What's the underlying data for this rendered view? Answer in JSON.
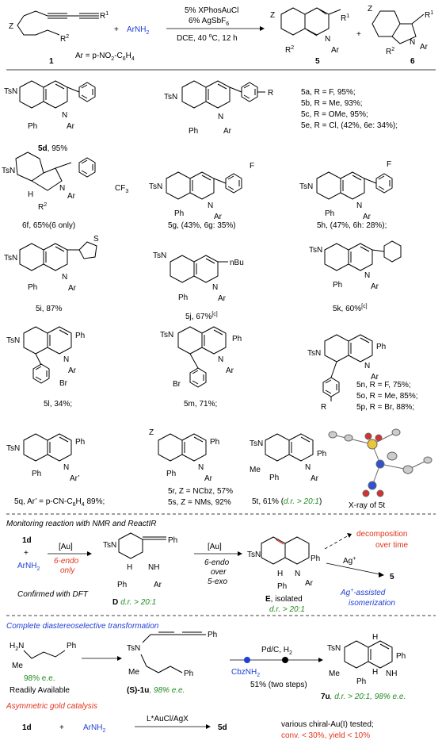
{
  "colors": {
    "blue": "#1f3fd6",
    "green": "#1f8a1f",
    "red": "#e0341c",
    "black": "#000000"
  },
  "scheme": {
    "reactant_label": "1",
    "r1": "R",
    "r1_sup": "1",
    "r2": "R",
    "r2_sup": "2",
    "z": "Z",
    "plus": "+",
    "amine": "ArNH",
    "amine_sub": "2",
    "ar_def": "Ar = p-NO",
    "ar_def_tail": "-C",
    "ar_def_sub1": "2",
    "ar_def_sub2": "6",
    "ar_def_sub3": "4",
    "ar_def_h": "H",
    "cond1": "5% XPhosAuCl",
    "cond2": "6% AgSbF",
    "cond2_sub": "6",
    "cond3": "DCE, 40 ",
    "cond3_deg": "o",
    "cond3_tail": "C, 12 h",
    "prod5_label": "5",
    "prod6_label": "6",
    "n": "N",
    "ar": "Ar"
  },
  "compounds": {
    "5d": {
      "label": "5d",
      "yield": ", 95%"
    },
    "5a": "5a, R = F, 95%;",
    "5b": "5b, R = Me, 93%;",
    "5c": "5c, R = OMe, 95%;",
    "5e": "5e, R = Cl, (42%, 6e: 34%);",
    "6f": "6f, 65%(6 only)",
    "5g": "5g, (43%, 6g: 35%)",
    "5h": "5h, (47%, 6h: 28%);",
    "5i": "5i, 87%",
    "5j": "5j, 67%",
    "5j_note": "[c]",
    "5k": "5k, 60%",
    "5k_note": "[c]",
    "5l": "5l, 34%;",
    "5m": "5m, 71%;",
    "5n": "5n, R = F, 75%;",
    "5o": "5o, R = Me, 85%;",
    "5p": "5p, R = Br, 88%;",
    "5q": "5q, Ar’ = p-CN-C",
    "5q_sub1": "6",
    "5q_h": "H",
    "5q_sub2": "4",
    "5q_tail": " 89%;",
    "5r": "5r, Z = NCbz, 57%",
    "5s": "5s, Z = NMs, 92%",
    "5t": "5t, 61% (",
    "5t_dr": "d.r. > 20:1",
    "5t_close": ")",
    "xray": "X-ray of 5t"
  },
  "labels": {
    "ts": "TsN",
    "ph": "Ph",
    "ar": "Ar",
    "ar_prime": "Ar’",
    "n": "N",
    "r": "R",
    "r2": "R",
    "r2_sup": "2",
    "h": "H",
    "cf3": "CF",
    "cf3_sub": "3",
    "f": "F",
    "s": "S",
    "br": "Br",
    "me": "Me",
    "nbu": "nBu",
    "z": "Z"
  },
  "monitoring": {
    "title": "Monitoring reaction with NMR and ReactIR",
    "start": "1d",
    "plus": "+",
    "amine": "ArNH",
    "amine_sub": "2",
    "au": "[Au]",
    "endo6": "6-endo",
    "only": "only",
    "dft": "Confirmed with DFT",
    "d_label": "D",
    "d_dr": "d.r. > 20:1",
    "au2": "[Au]",
    "endo_over_1": "6-endo",
    "endo_over_2": "over",
    "endo_over_3": "5-exo",
    "e_label": "E",
    "e_isolated": ", isolated",
    "e_dr": "d.r. > 20:1",
    "decomp_1": "decomposition",
    "decomp_2": "over time",
    "ag": "Ag",
    "ag_sup": "+",
    "to5": "5",
    "agassist_1": "Ag",
    "agassist_sup": "+",
    "agassist_2": "-assisted",
    "agassist_3": "isomerization",
    "nh": "NH"
  },
  "diastereo": {
    "title": "Complete diastereoselective transformation",
    "h2n": "H",
    "h2n_sub": "2",
    "h2n_n": "N",
    "ee": "98% e.e.",
    "avail": "Readily Available",
    "s1u": "(S)-1u",
    "s1u_ee": ", 98% e.e.",
    "cond_top": "Pd/C, H",
    "cond_top_sub": "2",
    "cbz": "CbzNH",
    "cbz_sub": "2",
    "two_steps": "51% (two steps)",
    "p7u": "7u",
    "p7u_dr": ", d.r. > 20:1, 98% e.e.",
    "nh": "NH"
  },
  "asym": {
    "title": "Asymmetric gold catalysis",
    "start": "1d",
    "plus": "+",
    "amine": "ArNH",
    "amine_sub": "2",
    "cond": "L*AuCl/AgX",
    "product": "5d",
    "note1": "various chiral-Au(I) tested;",
    "note2": "conv. < 30%, yield < 10%"
  }
}
